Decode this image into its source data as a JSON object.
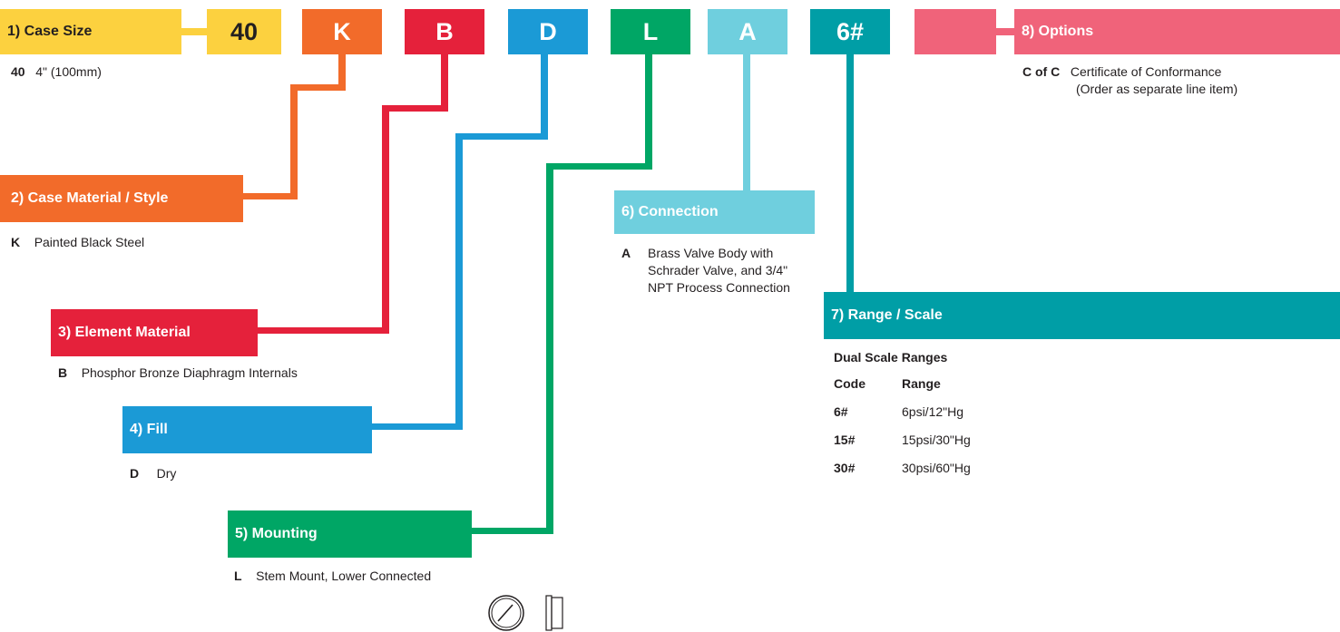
{
  "colors": {
    "yellow": "#fcd13f",
    "orange": "#f26b2a",
    "red": "#e5213b",
    "blue": "#1b9ad6",
    "green": "#00a665",
    "light_blue": "#6fcfde",
    "teal": "#009ea6",
    "pink": "#f0637a"
  },
  "code_boxes": [
    "40",
    "K",
    "B",
    "D",
    "L",
    "A",
    "6#"
  ],
  "sections": {
    "case_size": {
      "title": "1) Case Size",
      "items": [
        {
          "code": "40",
          "desc": "4\" (100mm)"
        }
      ]
    },
    "case_material": {
      "title": "2) Case Material / Style",
      "items": [
        {
          "code": "K",
          "desc": "Painted Black Steel"
        }
      ]
    },
    "element_material": {
      "title": "3) Element Material",
      "items": [
        {
          "code": "B",
          "desc": "Phosphor Bronze Diaphragm Internals"
        }
      ]
    },
    "fill": {
      "title": "4) Fill",
      "items": [
        {
          "code": "D",
          "desc": "Dry"
        }
      ]
    },
    "mounting": {
      "title": "5) Mounting",
      "items": [
        {
          "code": "L",
          "desc": "Stem Mount, Lower Connected"
        }
      ]
    },
    "connection": {
      "title": "6) Connection",
      "code": "A",
      "desc_lines": [
        "Brass Valve Body with",
        "Schrader Valve, and 3/4\"",
        "NPT Process Connection"
      ]
    },
    "range_scale": {
      "title": "7) Range / Scale",
      "subtitle": "Dual Scale Ranges",
      "col_code": "Code",
      "col_range": "Range",
      "rows": [
        {
          "code": "6#",
          "range": "6psi/12\"Hg"
        },
        {
          "code": "15#",
          "range": "15psi/30\"Hg"
        },
        {
          "code": "30#",
          "range": "30psi/60\"Hg"
        }
      ]
    },
    "options": {
      "title": "8) Options",
      "code": "C of C",
      "desc": "Certificate of Conformance",
      "desc2": "(Order as separate line item)"
    }
  }
}
